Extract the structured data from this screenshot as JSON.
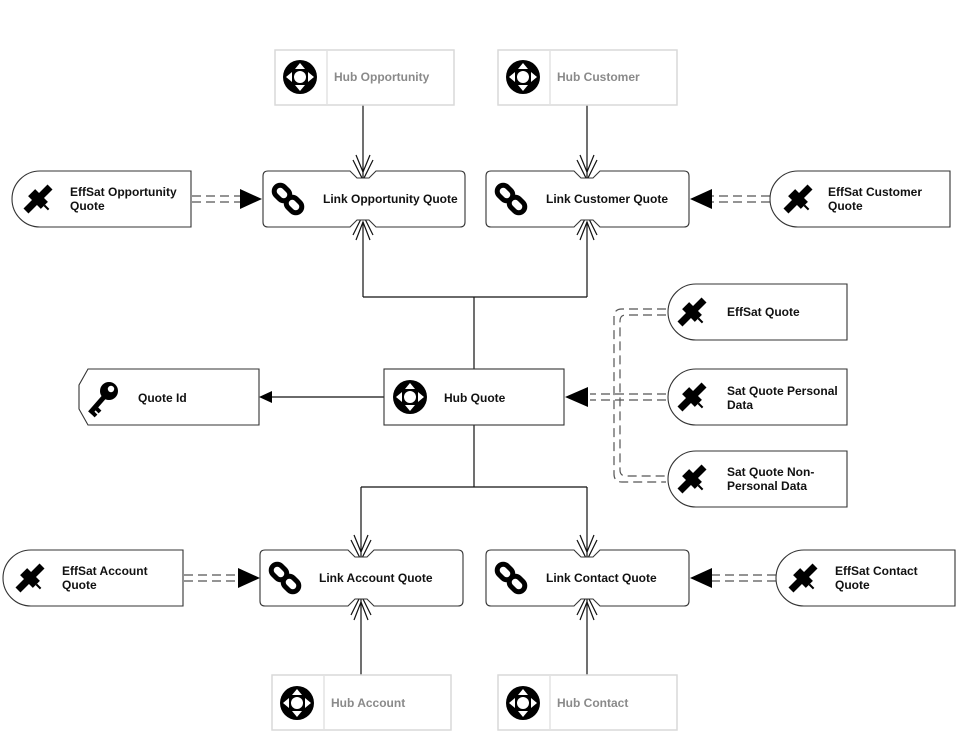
{
  "diagram": {
    "type": "data-vault-model",
    "hubs": {
      "hub_quote": "Hub Quote",
      "hub_opportunity": "Hub Opportunity",
      "hub_customer": "Hub Customer",
      "hub_account": "Hub Account",
      "hub_contact": "Hub Contact"
    },
    "links": {
      "link_opportunity_quote": "Link Opportunity Quote",
      "link_customer_quote": "Link Customer Quote",
      "link_account_quote": "Link Account Quote",
      "link_contact_quote": "Link Contact Quote"
    },
    "satellites": {
      "effsat_opportunity_quote": [
        "EffSat Opportunity",
        "Quote"
      ],
      "effsat_customer_quote": [
        "EffSat Customer",
        "Quote"
      ],
      "effsat_account_quote": [
        "EffSat Account",
        "Quote"
      ],
      "effsat_contact_quote": [
        "EffSat Contact",
        "Quote"
      ],
      "effsat_quote": [
        "EffSat Quote"
      ],
      "sat_quote_personal": [
        "Sat Quote Personal",
        "Data"
      ],
      "sat_quote_non_personal": [
        "Sat Quote Non-",
        "Personal Data"
      ]
    },
    "keys": {
      "quote_id": "Quote Id"
    },
    "icons": {
      "hub": "hub-directional-pad-icon",
      "link": "chain-link-icon",
      "satellite": "satellite-icon",
      "key": "key-icon"
    },
    "colors": {
      "line": "#111111",
      "ghost_border": "#d9d9d9",
      "ghost_text": "#8a8a8a"
    }
  }
}
